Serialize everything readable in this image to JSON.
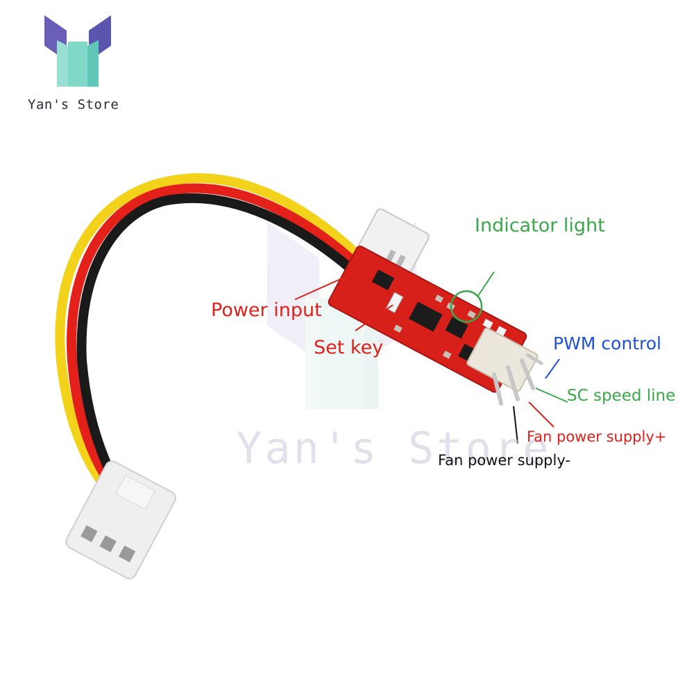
{
  "brand": {
    "name": "Yan's Store",
    "watermark": "Yan's Store"
  },
  "labels": {
    "indicator": "Indicator light",
    "power_input": "Power input",
    "set_key": "Set key",
    "pwm": "PWM control",
    "speed": "SC speed line",
    "fan_plus": "Fan power supply+",
    "fan_minus": "Fan power supply-"
  },
  "colors": {
    "indicator": "#3aa84a",
    "power_input": "#e0201c",
    "set_key": "#e0201c",
    "pwm": "#1e4fd8",
    "speed": "#3aa84a",
    "fan_plus": "#e0201c",
    "fan_minus": "#111111",
    "pcb": "#d8201a",
    "wire_yellow": "#f2d21a",
    "wire_red": "#e32019",
    "wire_black": "#1a1a1a"
  }
}
